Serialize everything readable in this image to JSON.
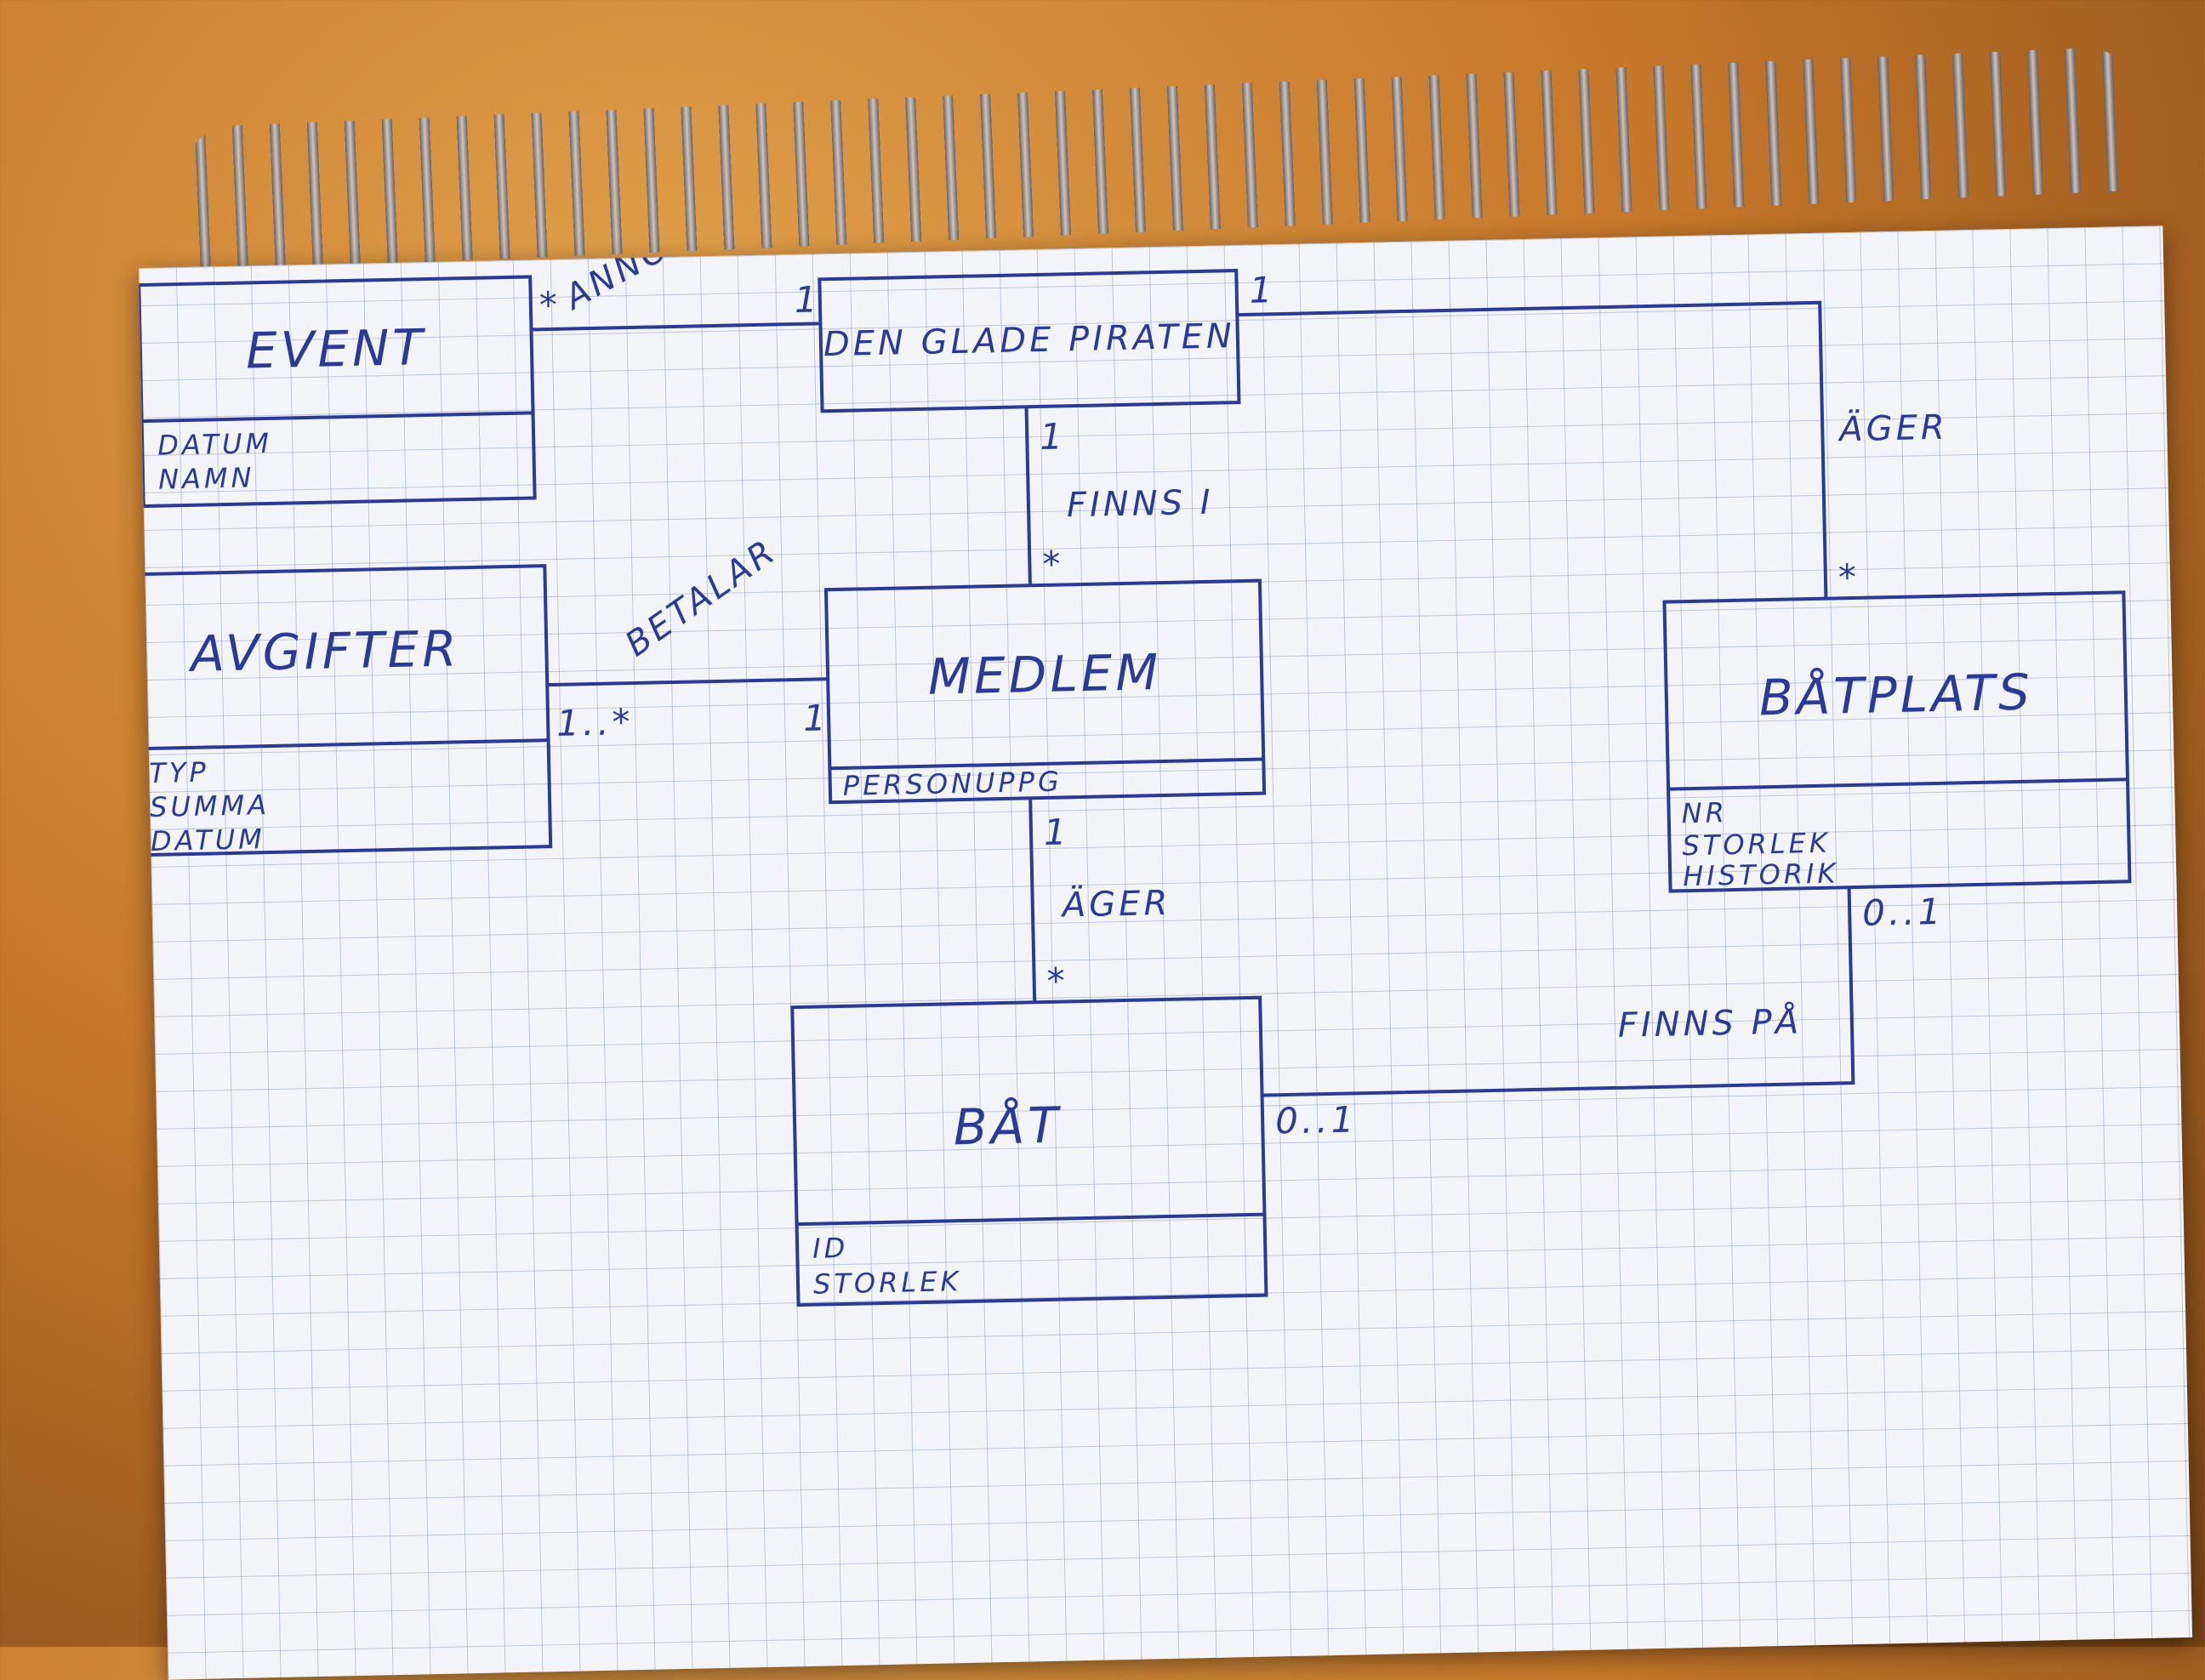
{
  "classes": {
    "event": {
      "name": "EVENT",
      "attributes": [
        "DATUM",
        "NAMN"
      ]
    },
    "den_glade_piraten": {
      "name": "DEN GLADE PIRATEN",
      "attributes": []
    },
    "avgifter": {
      "name": "AVGIFTER",
      "attributes": [
        "TYP",
        "SUMMA",
        "DATUM"
      ]
    },
    "medlem": {
      "name": "MEDLEM",
      "attributes": [
        "PERSONUPPG"
      ]
    },
    "batplats": {
      "name": "BÅTPLATS",
      "attributes": [
        "NR",
        "STORLEK",
        "HISTORIK"
      ]
    },
    "bat": {
      "name": "BÅT",
      "attributes": [
        "ID",
        "STORLEK"
      ]
    }
  },
  "associations": {
    "event_piraten": {
      "label": "ANNORDNAR",
      "mult_a": "*",
      "mult_b": "1"
    },
    "piraten_batplats": {
      "label": "ÄGER",
      "mult_a": "1",
      "mult_b": "*"
    },
    "piraten_medlem": {
      "label": "FINNS I",
      "mult_a": "1",
      "mult_b": "*"
    },
    "avgifter_medlem": {
      "label": "BETALAR",
      "mult_a": "1..*",
      "mult_b": "1"
    },
    "medlem_bat": {
      "label": "ÄGER",
      "mult_a": "1",
      "mult_b": "*"
    },
    "bat_batplats": {
      "label": "FINNS PÅ",
      "mult_a": "0..1",
      "mult_b": "0..1"
    }
  },
  "colors": {
    "ink": "#2a3a9a",
    "paper": "#f3f4f8",
    "grid": "#8c9cc0",
    "desk": "#c8782a"
  }
}
